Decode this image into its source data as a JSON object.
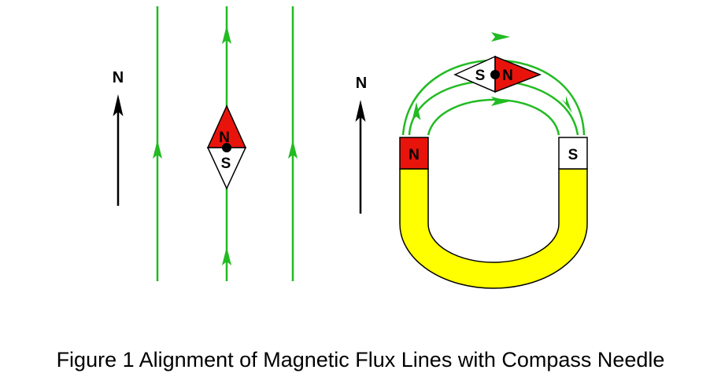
{
  "figure": {
    "caption": "Figure 1 Alignment of Magnetic Flux Lines with Compass Needle"
  },
  "left_panel": {
    "north_arrow_label": "N",
    "compass": {
      "north_label": "N",
      "south_label": "S"
    }
  },
  "right_panel": {
    "north_arrow_label": "N",
    "magnet": {
      "north_pole_label": "N",
      "south_pole_label": "S"
    },
    "compass": {
      "north_label": "N",
      "south_label": "S"
    }
  },
  "colors": {
    "flux_line": "#22bb22",
    "north_pole": "#e8140c",
    "south_pole": "#ffffff",
    "magnet_body": "#ffff00",
    "outline": "#000000"
  }
}
